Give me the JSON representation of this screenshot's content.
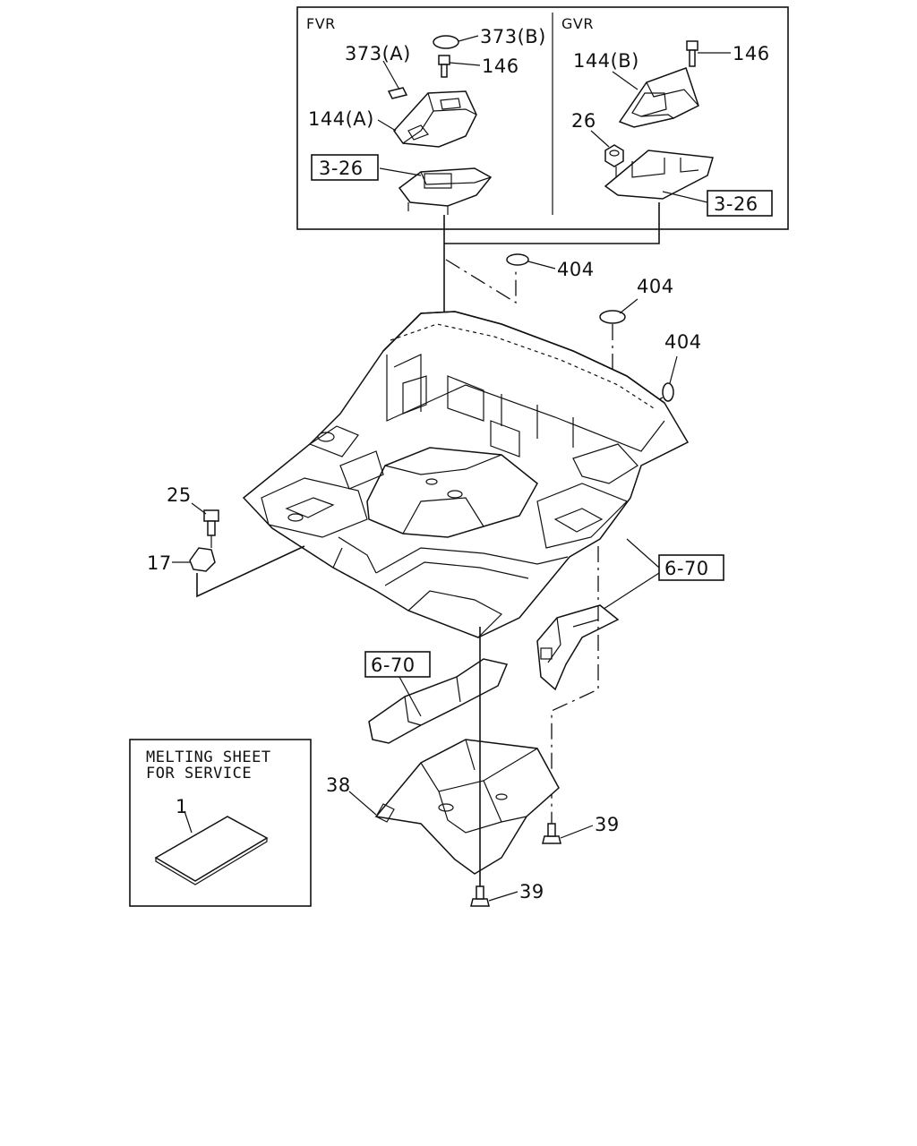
{
  "inset": {
    "left_model": "FVR",
    "right_model": "GVR"
  },
  "callouts": {
    "p373b": "373(B)",
    "p373a": "373(A)",
    "p146_left": "146",
    "p146_right": "146",
    "p144a": "144(A)",
    "p144b": "144(B)",
    "p26": "26",
    "p404_a": "404",
    "p404_b": "404",
    "p404_c": "404",
    "p25": "25",
    "p17": "17",
    "p38": "38",
    "p39_upper": "39",
    "p39_lower": "39",
    "p1": "1"
  },
  "references": {
    "ref_3_26_left": "3-26",
    "ref_3_26_right": "3-26",
    "ref_6_70_right": "6-70",
    "ref_6_70_left": "6-70"
  },
  "service_note": {
    "line1": "MELTING SHEET",
    "line2": "FOR SERVICE"
  }
}
